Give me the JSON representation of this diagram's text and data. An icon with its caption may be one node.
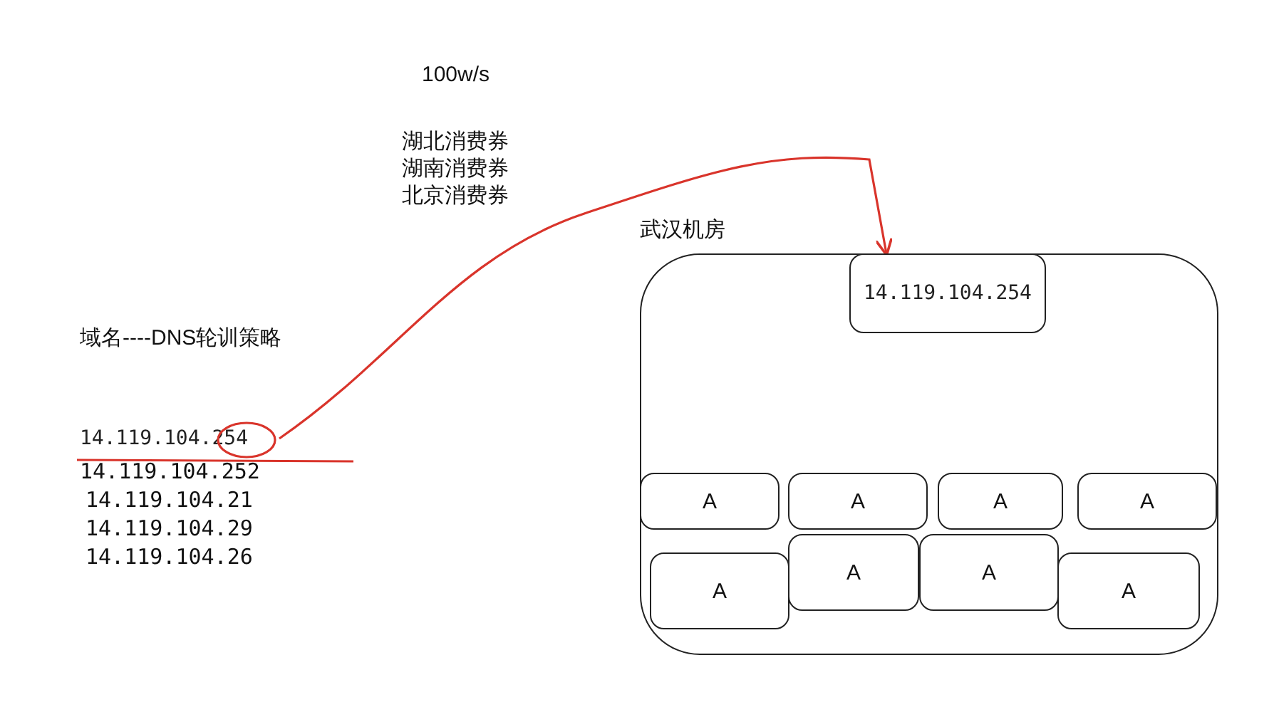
{
  "diagram": {
    "nodes": [
      {
        "text": [
          "武汉机房"
        ]
      },
      {
        "text": [
          "14.119.104.254"
        ],
        "in": 0
      },
      {
        "text": [
          "A"
        ],
        "in": 0
      },
      {
        "text": [
          "A"
        ],
        "in": 0
      },
      {
        "text": [
          "A"
        ],
        "in": 0
      },
      {
        "text": [
          "A"
        ],
        "in": 0
      },
      {
        "text": [
          "A"
        ],
        "in": 0
      },
      {
        "text": [
          "A"
        ],
        "in": 0
      },
      {
        "text": [
          "A"
        ],
        "in": 0
      },
      {
        "text": [
          "A"
        ],
        "in": 0
      },
      {
        "text": [
          "14.119.104.254"
        ]
      }
    ],
    "edges": [
      {
        "from": 10,
        "to": 1,
        "arrow": "to",
        "color": "#d9342b"
      }
    ],
    "labels": [
      "100w/s",
      "湖北消费券",
      "湖南消费券",
      "北京消费券",
      "域名----DNS轮训策略",
      "14.119.104.252",
      "14.119.104.21",
      "14.119.104.29",
      "14.119.104.26"
    ]
  }
}
